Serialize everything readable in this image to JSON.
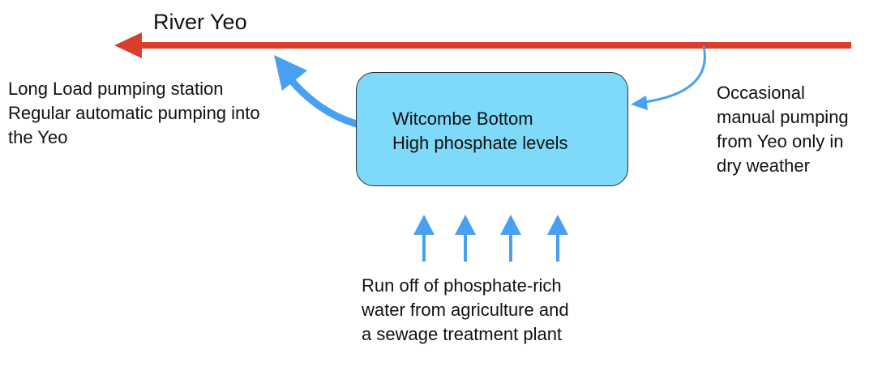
{
  "diagram": {
    "river": {
      "label": "River Yeo",
      "color": "#d93f2b",
      "direction": "right-to-left"
    },
    "central_box": {
      "title": "Witcombe Bottom",
      "subtitle": "High phosphate levels",
      "fill_color": "#7fd9f9"
    },
    "outflow": {
      "label": "Long Load pumping station\nRegular automatic pumping into\nthe Yeo",
      "arrow_color": "#4aa0f0"
    },
    "inflow_from_river": {
      "label": "Occasional\nmanual pumping\nfrom Yeo only in\ndry weather",
      "arrow_color": "#4aa0f0"
    },
    "runoff": {
      "label": "Run off of phosphate-rich\nwater from agriculture and\na sewage treatment plant",
      "arrow_count": 4,
      "arrow_color": "#4aa0f0"
    }
  }
}
